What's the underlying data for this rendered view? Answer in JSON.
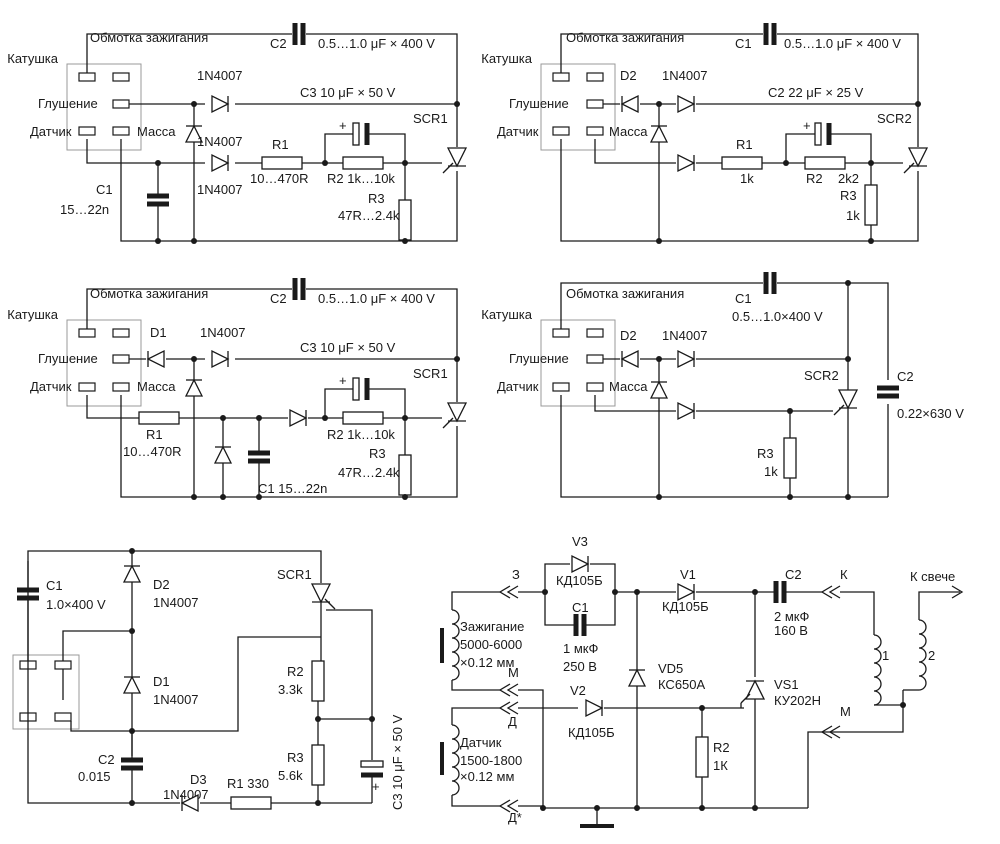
{
  "texts": {
    "c1": {
      "katushka": "Катушка",
      "obmotka": "Обмотка зажигания",
      "glushenie": "Глушение",
      "datchik": "Датчик",
      "massa": "Масса",
      "c2": "C2",
      "c2_val": "0.5…1.0 μF × 400 V",
      "d_top": "1N4007",
      "d_mid": "1N4007",
      "d_bot": "1N4007",
      "c3": "C3 10 μF × 50 V",
      "r1": "R1",
      "r1_val": "10…470R",
      "r2": "R2 1k…10k",
      "scr1": "SCR1",
      "c1": "C1",
      "c1_val": "15…22n",
      "r3": "R3",
      "r3_val": "47R…2.4k",
      "plus": "+"
    },
    "c2": {
      "katushka": "Катушка",
      "obmotka": "Обмотка зажигания",
      "glushenie": "Глушение",
      "datchik": "Датчик",
      "massa": "Масса",
      "c1": "C1",
      "c1_val": "0.5…1.0 μF × 400 V",
      "d2": "D2",
      "d_top": "1N4007",
      "c2": "C2 22 μF × 25 V",
      "r1": "R1",
      "r1_val": "1k",
      "r2": "R2",
      "r2_val": "2k2",
      "scr2": "SCR2",
      "r3": "R3",
      "r3_val": "1k",
      "plus": "+"
    },
    "c3": {
      "katushka": "Катушка",
      "obmotka": "Обмотка зажигания",
      "glushenie": "Глушение",
      "datchik": "Датчик",
      "massa": "Масса",
      "c2": "C2",
      "c2_val": "0.5…1.0 μF × 400 V",
      "d1": "D1",
      "d_top": "1N4007",
      "c3": "C3 10 μF × 50 V",
      "r1": "R1",
      "r1_val": "10…470R",
      "r2": "R2 1k…10k",
      "scr1": "SCR1",
      "c1": "C1 15…22n",
      "r3": "R3",
      "r3_val": "47R…2.4k",
      "plus": "+"
    },
    "c4": {
      "obmotka": "Обмотка зажигания",
      "glushenie": "Глушение",
      "datchik": "Датчик",
      "massa": "Масса",
      "katushka": "Катушка",
      "c1": "C1",
      "c1_val": "0.5…1.0×400 V",
      "d2": "D2",
      "d_top": "1N4007",
      "scr2": "SCR2",
      "c2": "C2",
      "c2_val": "0.22×630 V",
      "r3": "R3",
      "r3_val": "1k"
    },
    "c5": {
      "c1": "C1",
      "c1_val": "1.0×400 V",
      "d2": "D2",
      "d2_val": "1N4007",
      "d1": "D1",
      "d1_val": "1N4007",
      "scr1": "SCR1",
      "r2": "R2",
      "r2_val": "3.3k",
      "r3": "R3",
      "r3_val": "5.6k",
      "c2": "C2",
      "c2_val": "0.015",
      "d3": "D3",
      "d3_val": "1N4007",
      "r1": "R1 330",
      "c3": "C3 10 μF × 50 V",
      "plus": "+"
    },
    "c6": {
      "z": "З",
      "zazhiganie": "Зажигание",
      "z_turns": "5000-6000",
      "z_wire": "×0.12 мм",
      "m1": "М",
      "d": "Д",
      "datchik": "Датчик",
      "d_turns": "1500-1800",
      "d_wire": "×0.12 мм",
      "dstar": "Д*",
      "v3": "V3",
      "v3_val": "КД105Б",
      "c1": "C1",
      "c1_val1": "1 мкФ",
      "c1_val2": "250 В",
      "v1": "V1",
      "v1_val": "КД105Б",
      "c2": "C2",
      "c2_val1": "2 мкФ",
      "c2_val2": "160 В",
      "k": "К",
      "k_sveche": "К свече",
      "vd5": "VD5",
      "vd5_val": "КС650А",
      "v2": "V2",
      "v2_val": "КД105Б",
      "vs1": "VS1",
      "vs1_val": "КУ202Н",
      "r2": "R2",
      "r2_val": "1К",
      "m2": "М",
      "n1": "1",
      "n2": "2"
    }
  }
}
